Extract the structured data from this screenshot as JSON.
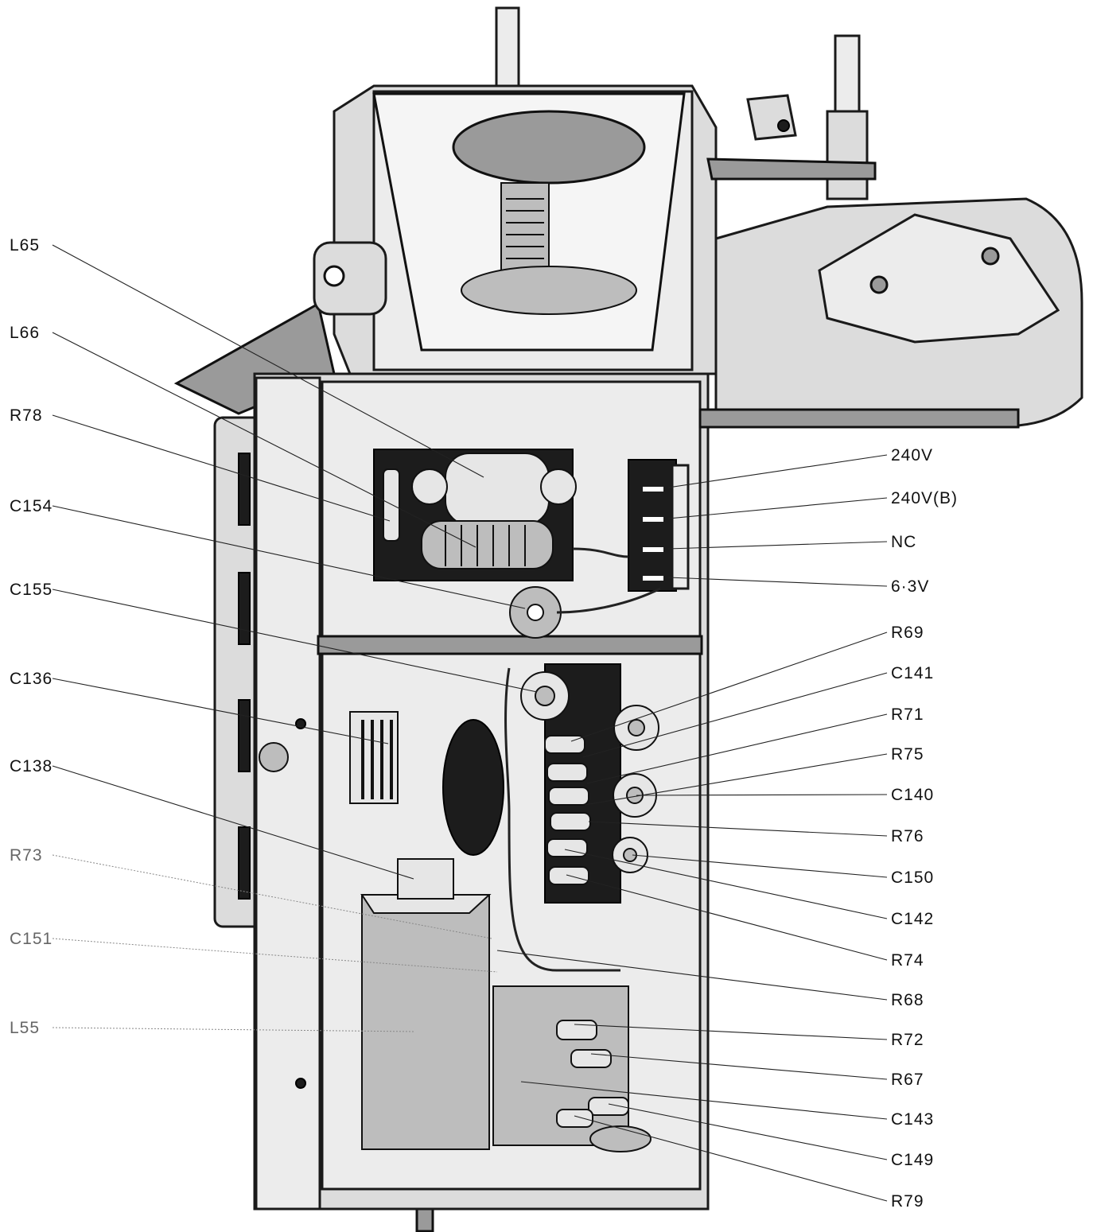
{
  "labels_left": [
    {
      "key": "L65",
      "text": "L65"
    },
    {
      "key": "L66",
      "text": "L66"
    },
    {
      "key": "R78",
      "text": "R78"
    },
    {
      "key": "C154",
      "text": "C154"
    },
    {
      "key": "C155",
      "text": "C155"
    },
    {
      "key": "C136",
      "text": "C136"
    },
    {
      "key": "C138",
      "text": "C138"
    },
    {
      "key": "R73",
      "text": "R73"
    },
    {
      "key": "C151",
      "text": "C151"
    },
    {
      "key": "L55",
      "text": "L55"
    }
  ],
  "labels_right": [
    {
      "key": "240V",
      "text": "240V"
    },
    {
      "key": "240VB",
      "text": "240V(B)"
    },
    {
      "key": "NC",
      "text": "NC"
    },
    {
      "key": "6_3V",
      "text": "6·3V"
    },
    {
      "key": "R69",
      "text": "R69"
    },
    {
      "key": "C141",
      "text": "C141"
    },
    {
      "key": "R71",
      "text": "R71"
    },
    {
      "key": "R75",
      "text": "R75"
    },
    {
      "key": "C140",
      "text": "C140"
    },
    {
      "key": "R76",
      "text": "R76"
    },
    {
      "key": "C150",
      "text": "C150"
    },
    {
      "key": "C142",
      "text": "C142"
    },
    {
      "key": "R74",
      "text": "R74"
    },
    {
      "key": "R68",
      "text": "R68"
    },
    {
      "key": "R72",
      "text": "R72"
    },
    {
      "key": "R67",
      "text": "R67"
    },
    {
      "key": "C143",
      "text": "C143"
    },
    {
      "key": "C149",
      "text": "C149"
    },
    {
      "key": "R79",
      "text": "R79"
    }
  ]
}
